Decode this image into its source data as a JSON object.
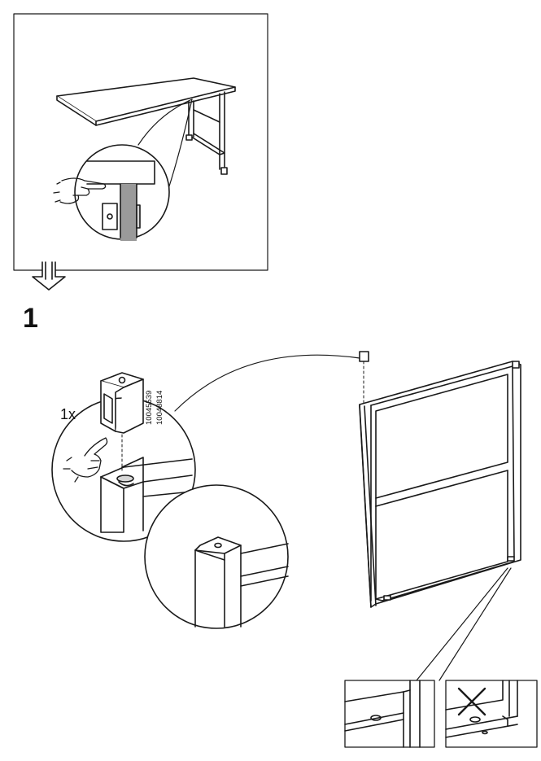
{
  "step": {
    "number": "1"
  },
  "part": {
    "quantity_label": "1x",
    "part_numbers": [
      "10045539",
      "10048814"
    ]
  },
  "colors": {
    "line": "#1a1a1a",
    "fill_light": "#ffffff",
    "fill_grey": "#d6d6d6",
    "fill_dark": "#9a9a9a"
  },
  "icons": [
    "pointing-hand-icon",
    "down-arrow-icon",
    "cross-mark-icon"
  ]
}
